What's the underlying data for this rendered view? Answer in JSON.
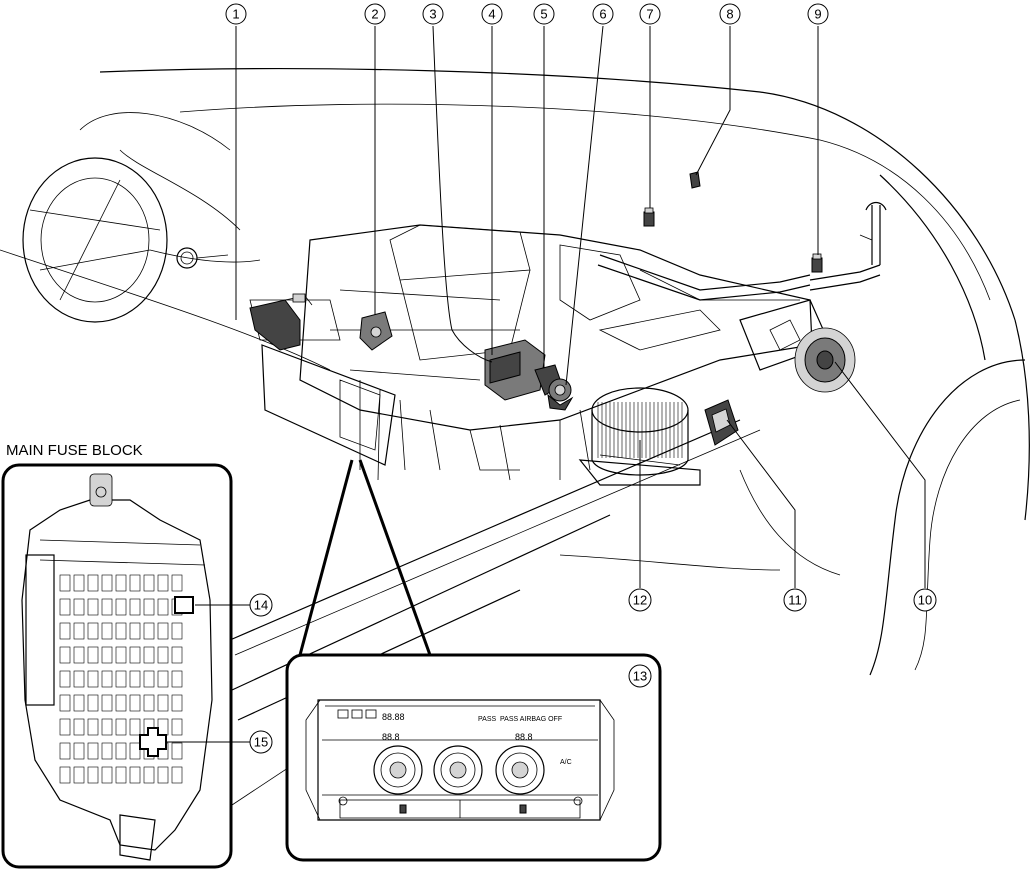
{
  "diagram": {
    "inset_title": "MAIN FUSE BLOCK",
    "callouts": [
      "1",
      "2",
      "3",
      "4",
      "5",
      "6",
      "7",
      "8",
      "9",
      "10",
      "11",
      "12",
      "13",
      "14",
      "15"
    ],
    "panel_text": {
      "temp_left": "88.8",
      "temp_right": "88.8",
      "center_display": "88.88",
      "pass_label": "PASS",
      "airbag_label": "PASS AIRBAG OFF",
      "ac_label": "A/C"
    }
  }
}
